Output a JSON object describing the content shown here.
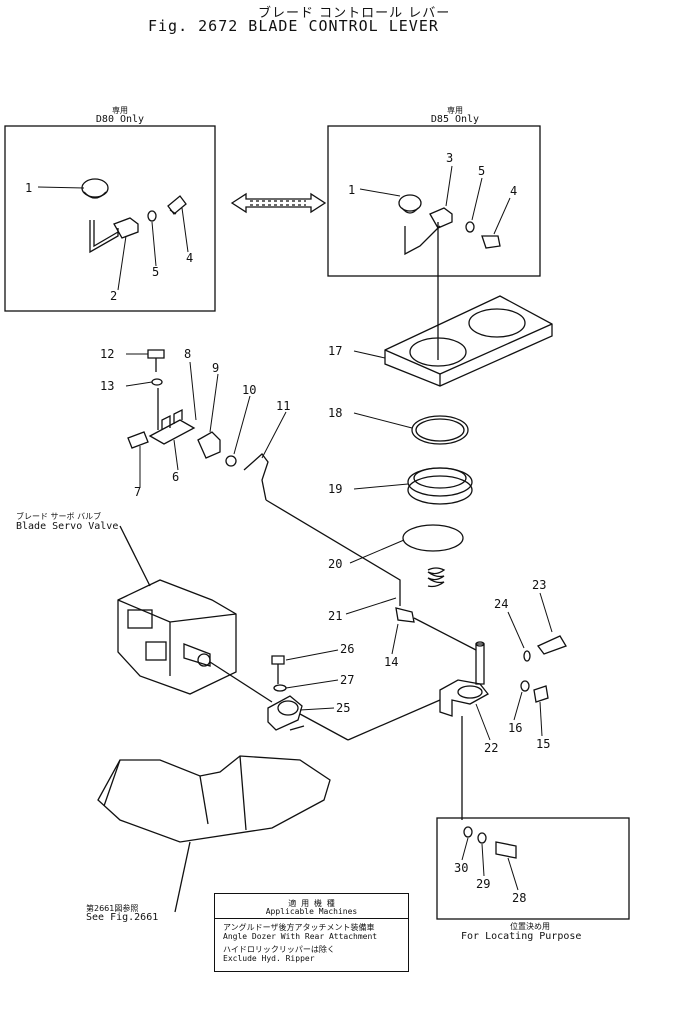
{
  "header": {
    "title_jp": "ブレード コントロール レバー",
    "title_en": "Fig. 2672 BLADE CONTROL LEVER"
  },
  "left_box": {
    "title_jp": "専用",
    "title_en": "D80 Only"
  },
  "right_box": {
    "title_jp": "専用",
    "title_en": "D85 Only"
  },
  "callouts": {
    "servo_jp": "ブレード サーボ バルブ",
    "servo_en": "Blade Servo Valve",
    "see_fig_jp": "第2661図参照",
    "see_fig_en": "See Fig.2661",
    "locating_jp": "位置決め用",
    "locating_en": "For Locating Purpose"
  },
  "applicable": {
    "title_jp": "適 用 機 種",
    "title_en": "Applicable Machines",
    "line1_jp": "アングルドーザ後方アタッチメント装備車",
    "line1_en": "Angle Dozer With Rear Attachment",
    "line2_jp": "ハイドロリックリッパーは除く",
    "line2_en": "Exclude Hyd. Ripper"
  },
  "parts": {
    "p1a": "1",
    "p2": "2",
    "p5a": "5",
    "p4a": "4",
    "p3": "3",
    "p1b": "1",
    "p5b": "5",
    "p4b": "4",
    "p12": "12",
    "p13": "13",
    "p8": "8",
    "p9": "9",
    "p10": "10",
    "p11": "11",
    "p6": "6",
    "p7": "7",
    "p17": "17",
    "p18": "18",
    "p19": "19",
    "p20": "20",
    "p21": "21",
    "p14": "14",
    "p23": "23",
    "p24": "24",
    "p26": "26",
    "p27": "27",
    "p25": "25",
    "p16": "16",
    "p15": "15",
    "p22": "22",
    "p30": "30",
    "p29": "29",
    "p28": "28"
  }
}
